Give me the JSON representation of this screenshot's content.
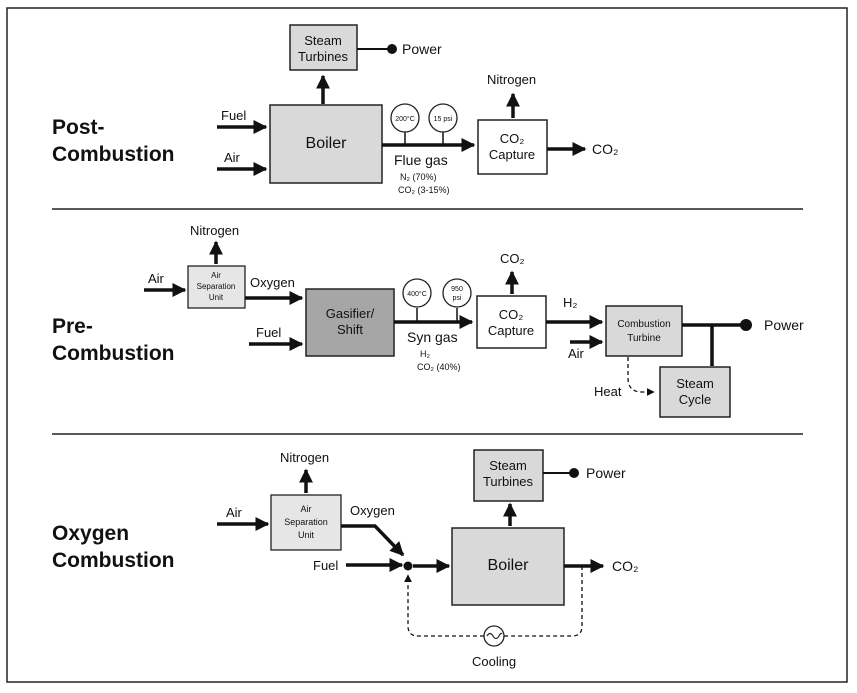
{
  "sections": {
    "post": {
      "title_line1": "Post-",
      "title_line2": "Combustion",
      "steam_turbines_l1": "Steam",
      "steam_turbines_l2": "Turbines",
      "power": "Power",
      "fuel": "Fuel",
      "air": "Air",
      "boiler": "Boiler",
      "gauge_temp": "200°C",
      "gauge_pressure": "15 psi",
      "flue_gas": "Flue gas",
      "flue_n2": "N₂ (70%)",
      "flue_co2": "CO₂ (3-15%)",
      "nitrogen": "Nitrogen",
      "capture_l1": "CO₂",
      "capture_l2": "Capture",
      "co2_out": "CO₂"
    },
    "pre": {
      "title_line1": "Pre-",
      "title_line2": "Combustion",
      "nitrogen": "Nitrogen",
      "air": "Air",
      "asu_l1": "Air",
      "asu_l2": "Separation",
      "asu_l3": "Unit",
      "oxygen": "Oxygen",
      "fuel": "Fuel",
      "gasifier_l1": "Gasifier/",
      "gasifier_l2": "Shift",
      "gauge_temp": "400°C",
      "gauge_pressure_l1": "950",
      "gauge_pressure_l2": "psi",
      "syn_gas": "Syn gas",
      "syn_h2": "H₂",
      "syn_co2": "CO₂ (40%)",
      "co2_top": "CO₂",
      "capture_l1": "CO₂",
      "capture_l2": "Capture",
      "h2": "H₂",
      "ct_l1": "Combustion",
      "ct_l2": "Turbine",
      "air2": "Air",
      "power": "Power",
      "heat": "Heat",
      "steam_cycle_l1": "Steam",
      "steam_cycle_l2": "Cycle"
    },
    "oxy": {
      "title_line1": "Oxygen",
      "title_line2": "Combustion",
      "nitrogen": "Nitrogen",
      "air": "Air",
      "asu_l1": "Air",
      "asu_l2": "Separation",
      "asu_l3": "Unit",
      "oxygen": "Oxygen",
      "fuel": "Fuel",
      "steam_turbines_l1": "Steam",
      "steam_turbines_l2": "Turbines",
      "power": "Power",
      "boiler": "Boiler",
      "co2_out": "CO₂",
      "cooling": "Cooling"
    }
  }
}
